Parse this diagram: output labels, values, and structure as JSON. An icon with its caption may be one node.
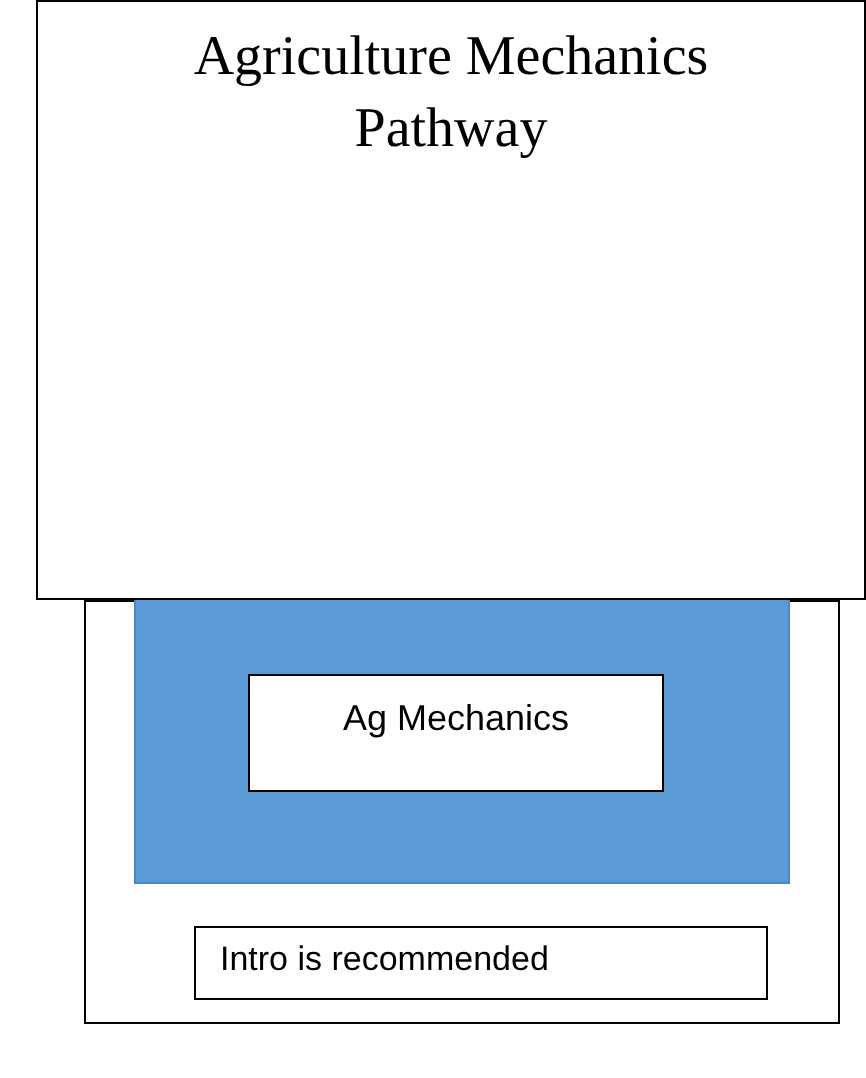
{
  "diagram": {
    "nodes": [
      {
        "text": [
          "Agriculture Mechanics Pathway"
        ]
      },
      {
        "text": [],
        "shape": "box"
      },
      {
        "text": [],
        "shape": "box",
        "in": 1
      },
      {
        "text": [
          "Ag Mechanics"
        ],
        "in": 2
      },
      {
        "text": [
          "Intro is recommended"
        ],
        "in": 1
      }
    ]
  }
}
